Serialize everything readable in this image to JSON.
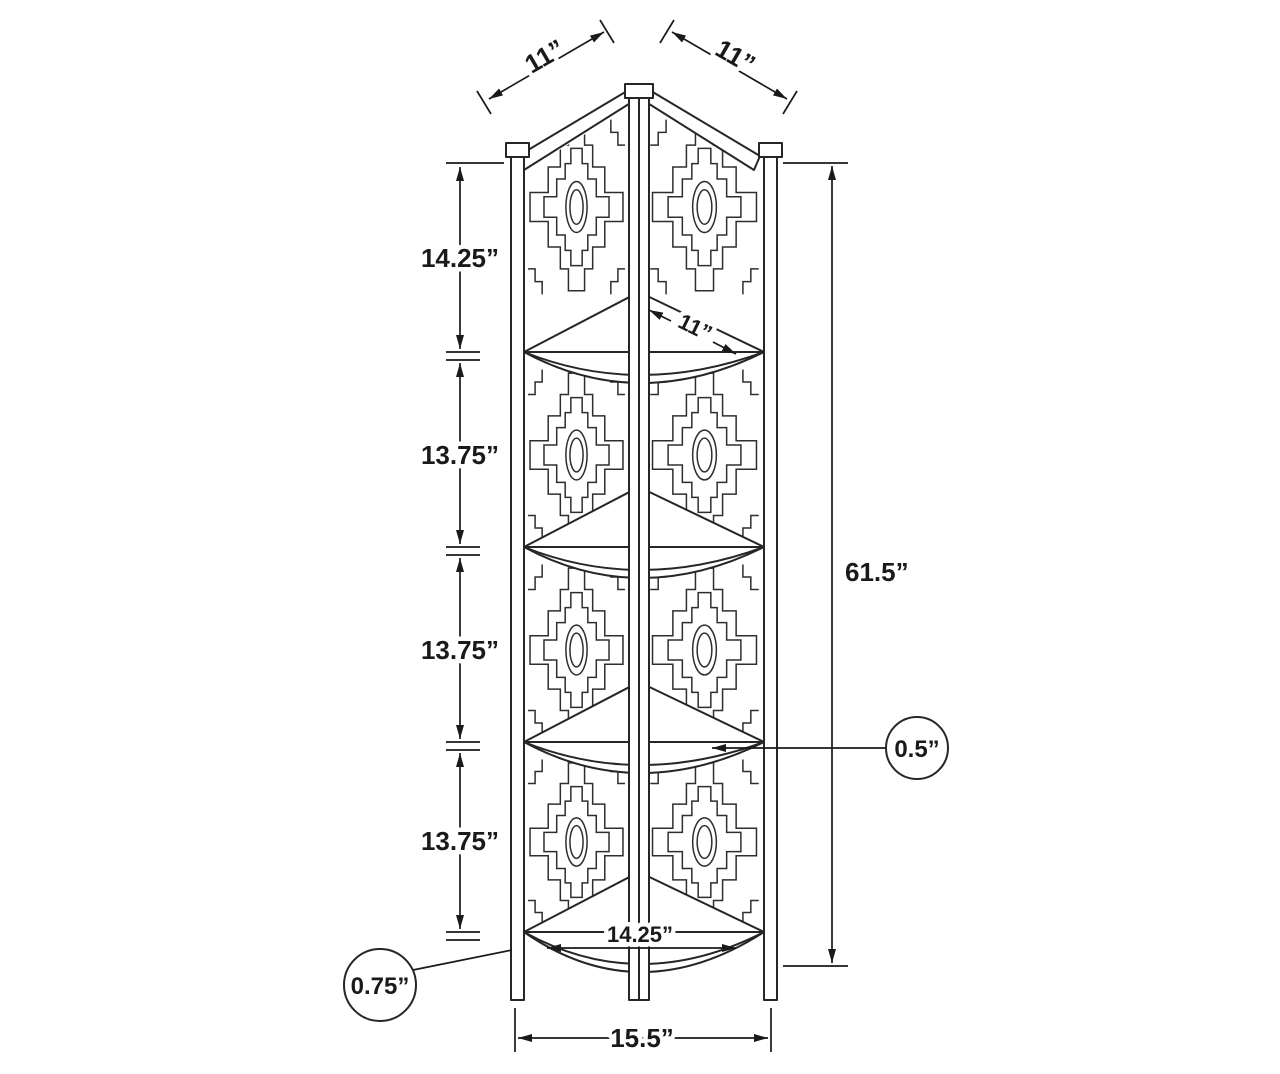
{
  "diagram": {
    "colors": {
      "line": "#262626",
      "dimension": "#1a1a1a",
      "background": "#ffffff"
    },
    "labels": {
      "top_left_depth": "11”",
      "top_right_depth": "11”",
      "left_segments": [
        "14.25”",
        "13.75”",
        "13.75”",
        "13.75”"
      ],
      "overall_height": "61.5”",
      "shelf_depth": "11”",
      "shelf_thickness": "0.5”",
      "leg_thickness": "0.75”",
      "bottom_shelf_width": "14.25”",
      "overall_width": "15.5”"
    }
  }
}
